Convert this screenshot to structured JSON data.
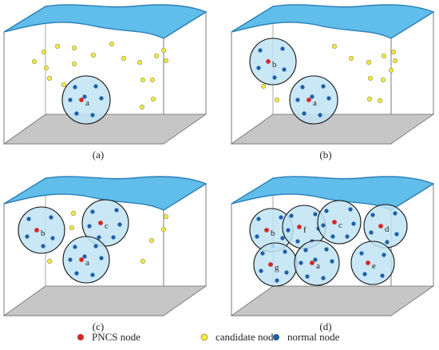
{
  "colors": {
    "water_top": "#61bde9",
    "water_edge": "#2a7fb7",
    "floor": "#c6c6c6",
    "box_line": "#6d6d6d",
    "cluster_fill": "#bfe3f3",
    "cluster_edge": "#111111",
    "pncs": "#d62727",
    "candidate": "#f2e94b",
    "candidate_edge": "#8a8a2a",
    "normal": "#1f5fa6"
  },
  "panels": [
    {
      "label": "(a)",
      "clusters": [
        {
          "letter": "a",
          "normals": 7
        }
      ],
      "candidates": 19
    },
    {
      "label": "(b)",
      "clusters": [
        {
          "letter": "b",
          "normals": 5
        },
        {
          "letter": "a",
          "normals": 7
        }
      ],
      "candidates": 13
    },
    {
      "label": "(c)",
      "clusters": [
        {
          "letter": "b",
          "normals": 5
        },
        {
          "letter": "c",
          "normals": 6
        },
        {
          "letter": "a",
          "normals": 7
        }
      ],
      "candidates": 7
    },
    {
      "label": "(d)",
      "clusters": [
        {
          "letter": "b",
          "normals": 5
        },
        {
          "letter": "f",
          "normals": 6
        },
        {
          "letter": "c",
          "normals": 6
        },
        {
          "letter": "d",
          "normals": 5
        },
        {
          "letter": "g",
          "normals": 5
        },
        {
          "letter": "a",
          "normals": 7
        },
        {
          "letter": "e",
          "normals": 4
        }
      ],
      "candidates": 0
    }
  ],
  "legend": [
    {
      "label": "PNCS node",
      "kind": "pncs"
    },
    {
      "label": "candidate node",
      "kind": "candidate"
    },
    {
      "label": "normal node",
      "kind": "normal"
    }
  ]
}
